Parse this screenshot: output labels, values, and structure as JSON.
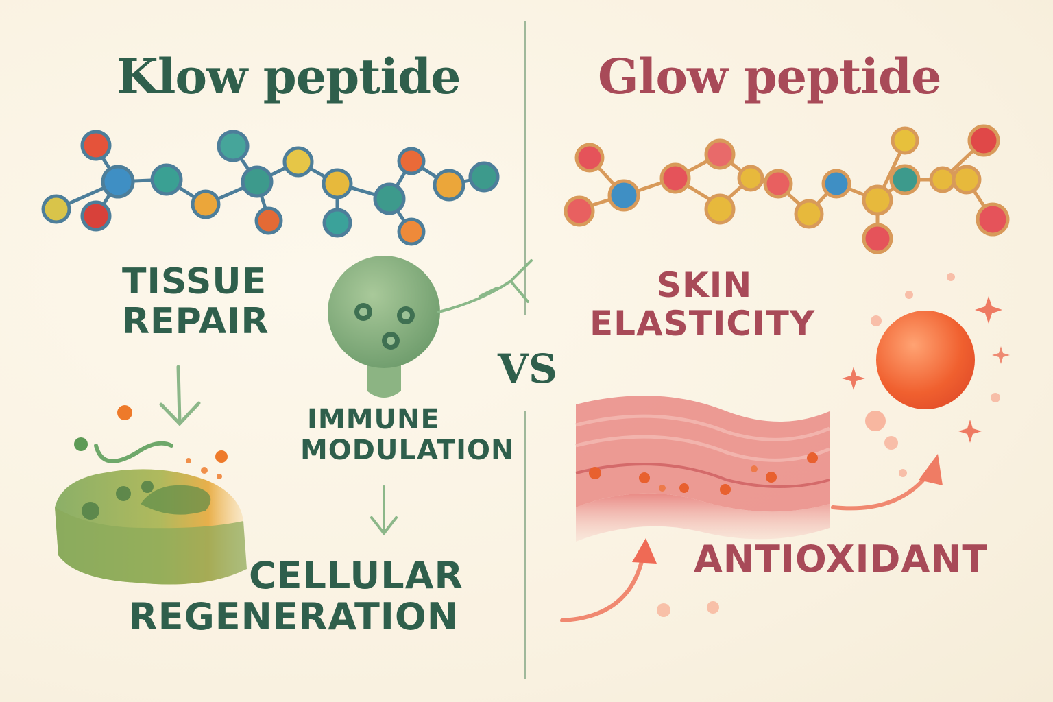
{
  "left": {
    "title": "Klow peptide",
    "labels": {
      "tissue_repair": [
        "TISSUE",
        "REPAIR"
      ],
      "immune_modulation": [
        "IMMUNE",
        "MODULATION"
      ],
      "cellular_regeneration": [
        "CELLULAR",
        "REGENERATION"
      ]
    }
  },
  "divider": {
    "vs": "VS"
  },
  "right": {
    "title": "Glow peptide",
    "labels": {
      "skin_elasticity": [
        "SKIN",
        "ELASTICITY"
      ],
      "antioxidant": "ANTIOXIDANT"
    }
  },
  "colors": {
    "left_text": "#2f5f4c",
    "right_text": "#a84a58",
    "background": "#fbf5e6"
  }
}
